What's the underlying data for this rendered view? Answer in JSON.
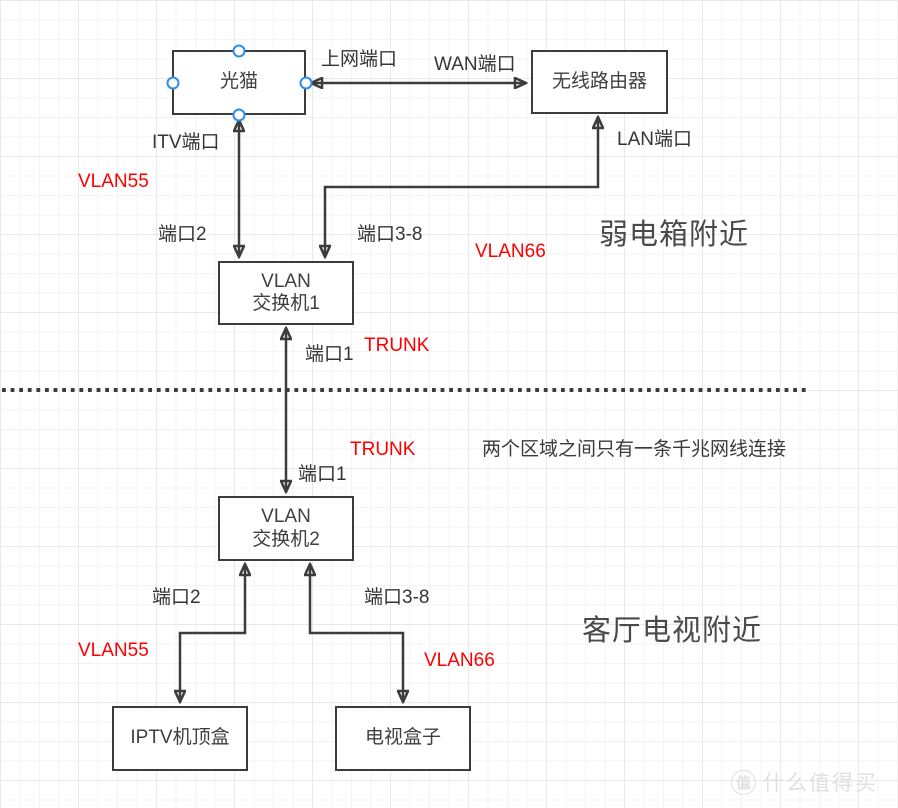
{
  "canvas": {
    "nodes": {
      "modem": {
        "label": "光猫"
      },
      "router": {
        "label": "无线路由器"
      },
      "switch1": {
        "line1": "VLAN",
        "line2": "交换机1"
      },
      "switch2": {
        "line1": "VLAN",
        "line2": "交换机2"
      },
      "iptv": {
        "label": "IPTV机顶盒"
      },
      "tvbox": {
        "label": "电视盒子"
      }
    },
    "port_labels": {
      "internet": "上网端口",
      "wan": "WAN端口",
      "itv": "ITV端口",
      "lan": "LAN端口",
      "port2_top": "端口2",
      "port38_top": "端口3-8",
      "port1_upper": "端口1",
      "port1_lower": "端口1",
      "port2_bottom": "端口2",
      "port38_bottom": "端口3-8"
    },
    "vlan_labels": {
      "vlan55_top": "VLAN55",
      "vlan66_top": "VLAN66",
      "trunk_upper": "TRUNK",
      "trunk_lower": "TRUNK",
      "vlan55_bottom": "VLAN55",
      "vlan66_bottom": "VLAN66"
    },
    "region_titles": {
      "top": "弱电箱附近",
      "bottom": "客厅电视附近"
    },
    "note": "两个区域之间只有一条千兆网线连接",
    "watermark": {
      "badge": "值",
      "text": "什么值得买"
    },
    "colors": {
      "stroke": "#3C3C3C",
      "vlan_red": "#FF0000",
      "handle_blue": "#2E8DF0"
    }
  }
}
